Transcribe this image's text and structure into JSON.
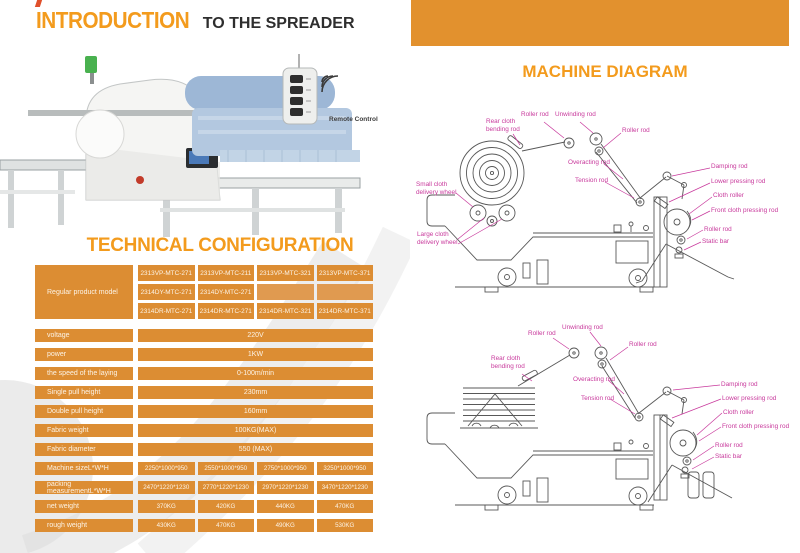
{
  "page": {
    "intro_title_accent": "INTRODUCTION",
    "intro_title_rest": "TO THE SPREADER",
    "remote_control_label": "Remote Control",
    "tech_config_title": "TECHNICAL CONFIGURATION",
    "machine_diagram_title": "MACHINE DIAGRAM"
  },
  "colors": {
    "accent_orange": "#F39B1D",
    "table_orange": "#DC8D33",
    "banner_orange": "#E2912E",
    "label_pink": "#C8399C"
  },
  "spec_table": {
    "model_label": "Regular product model",
    "model_rows": [
      [
        "2313VP-MTC-271",
        "2313VP-MTC-211",
        "2313VP-MTC-321",
        "2313VP-MTC-371"
      ],
      [
        "2314DY-MTC-271",
        "2314DY-MTC-271",
        "",
        ""
      ],
      [
        "2314DR-MTC-271",
        "2314DR-MTC-271",
        "2314DR-MTC-321",
        "2314DR-MTC-371"
      ]
    ],
    "rows": [
      {
        "label": "voltage",
        "value": "220V"
      },
      {
        "label": "power",
        "value": "1KW"
      },
      {
        "label": "the speed of the laying",
        "value": "0-100m/min"
      },
      {
        "label": "Single pull height",
        "value": "230mm"
      },
      {
        "label": "Double pull height",
        "value": "160mm"
      },
      {
        "label": "Fabric weight",
        "value": "100KG(MAX)"
      },
      {
        "label": "Fabric diameter",
        "value": "550  (MAX)"
      },
      {
        "label": "Machine sizeL*W*H",
        "values": [
          "2250*1000*950",
          "2550*1000*950",
          "2750*1000*950",
          "3250*1000*950"
        ]
      },
      {
        "label": "packing measurementL*W*H",
        "values": [
          "2470*1220*1230",
          "2770*1220*1230",
          "2970*1220*1230",
          "3470*1220*1230"
        ]
      },
      {
        "label": "net weight",
        "values": [
          "370KG",
          "420KG",
          "440KG",
          "470KG"
        ]
      },
      {
        "label": "rough weight",
        "values": [
          "430KG",
          "470KG",
          "490KG",
          "530KG"
        ]
      }
    ]
  },
  "diagram_top": {
    "labels": [
      "Rear cloth bending rod",
      "Roller rod",
      "Unwinding rod",
      "Roller rod",
      "Overacting rod",
      "Tension rod",
      "Small cloth delivery wheel",
      "Large cloth delivery wheel",
      "Damping rod",
      "Lower pressing rod",
      "Cloth roller",
      "Front cloth pressing rod",
      "Roller rod",
      "Static bar"
    ]
  },
  "diagram_bottom": {
    "labels": [
      "Roller rod",
      "Unwinding rod",
      "Roller rod",
      "Rear cloth bending rod",
      "Overacting rod",
      "Tension rod",
      "Damping rod",
      "Lower pressing rod",
      "Cloth roller",
      "Front cloth pressing rod",
      "Roller rod",
      "Static bar"
    ]
  }
}
